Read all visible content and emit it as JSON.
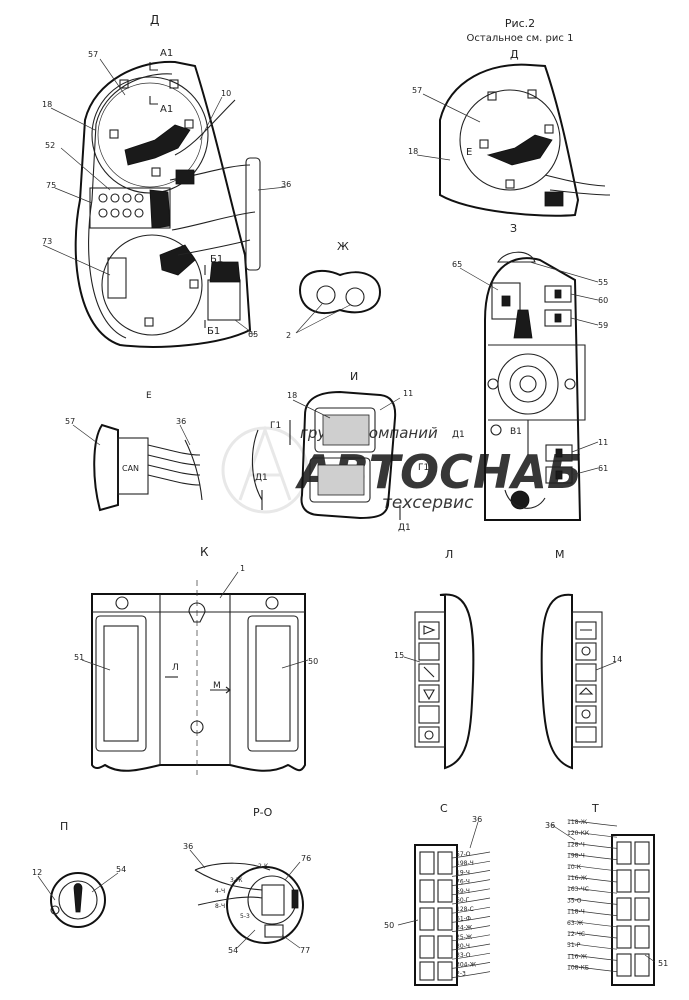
{
  "header": {
    "fig_title": "Рис.2",
    "fig_subtitle": "Остальное см. рис 1"
  },
  "watermark": {
    "line1": "группа компаний",
    "line2": "АВТОСНАБ",
    "line3": "техсервис"
  },
  "views": {
    "d_left": "Д",
    "d_right": "Д",
    "zh": "Ж",
    "z": "З",
    "i": "И",
    "e": "Е",
    "k": "К",
    "l": "Л",
    "m": "М",
    "p": "П",
    "r_o": "Р-О",
    "s": "С",
    "t": "Т"
  },
  "section_marks": {
    "a1": "А1",
    "b1": "Б1",
    "v1": "В1",
    "g1": "Г1",
    "d1": "Д1",
    "e_mark": "Е",
    "l_arrow": "Л",
    "m_arrow": "М"
  },
  "callouts": {
    "c57": "57",
    "c18": "18",
    "c10": "10",
    "c52": "52",
    "c75": "75",
    "c73": "73",
    "c36": "36",
    "c65": "65",
    "c2": "2",
    "c55": "55",
    "c60": "60",
    "c59": "59",
    "c11": "11",
    "c61": "61",
    "c1": "1",
    "c51": "51",
    "c50": "50",
    "c15": "15",
    "c14": "14",
    "c12": "12",
    "c54": "54",
    "c76": "76",
    "c77": "77"
  },
  "connector_label": "CAN",
  "wire_labels_s": [
    "57-О",
    "198-Ч",
    "19-Ч",
    "76-Ч",
    "59-Ч",
    "60-Г",
    "128-С",
    "61-Ф",
    "34-Ж",
    "25-Ж",
    "30-Ч",
    "33-О",
    "304-Ж",
    "2-3"
  ],
  "wire_labels_t": [
    "118-Ж",
    "120-КК",
    "128-Ч",
    "198-Ч",
    "10-К",
    "116-Ж",
    "163-ЧС",
    "35-О",
    "118-Ч",
    "63-Ж",
    "12-ЧС",
    "51-Р",
    "116-Ж",
    "108-КБ"
  ],
  "wire_labels_ro": [
    "2-К",
    "3-Ж",
    "4-Ч",
    "5-3",
    "8-Ч"
  ]
}
